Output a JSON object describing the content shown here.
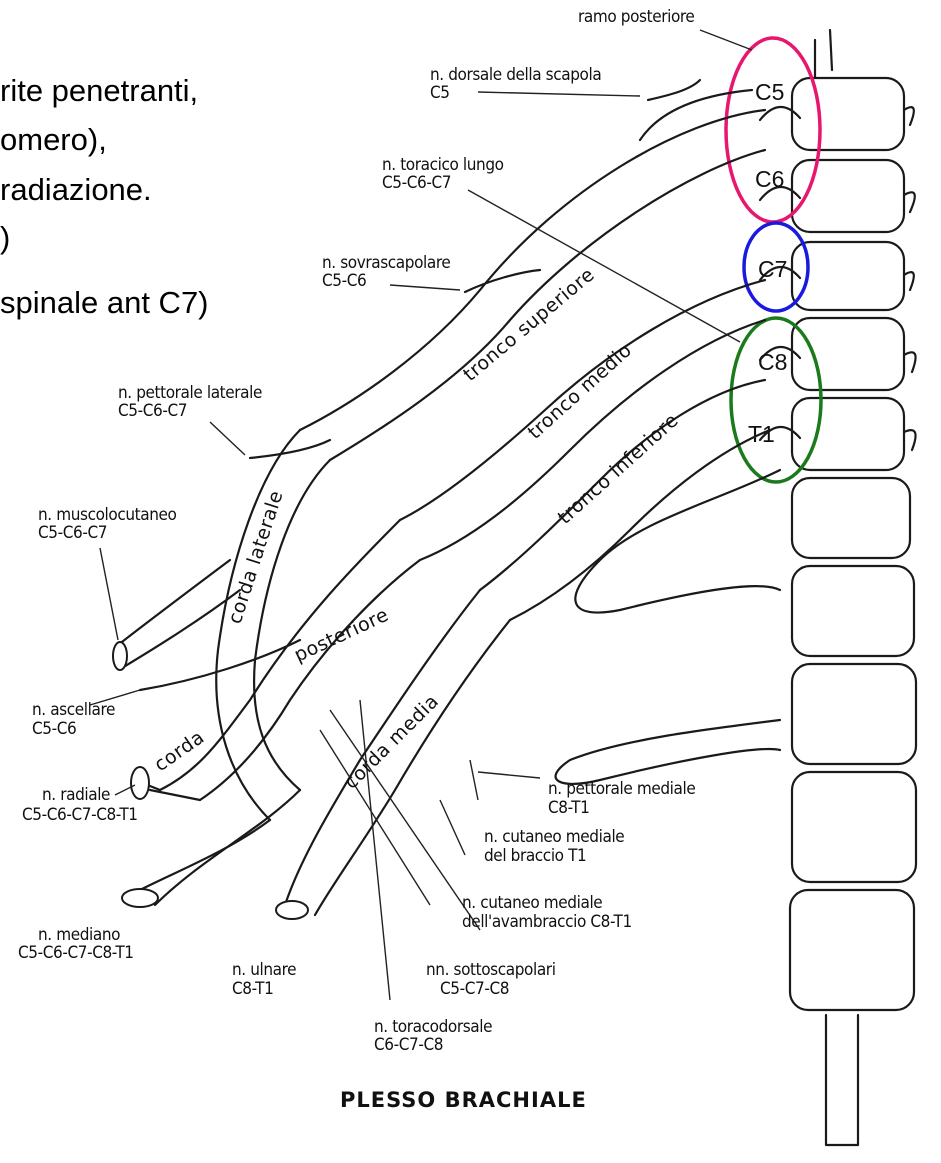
{
  "overlay_text": [
    "rite penetranti,",
    "omero),",
    "radiazione.",
    ")",
    " spinale ant C7)"
  ],
  "labels": {
    "ramo_posteriore": "ramo posteriore",
    "dorsale_scapola": "n. dorsale della scapola",
    "dorsale_scapola_root": "C5",
    "toracico_lungo": "n. toracico lungo",
    "toracico_lungo_root": "C5-C6-C7",
    "sovrascapolare": "n. sovrascapolare",
    "sovrascapolare_root": "C5-C6",
    "pettorale_laterale": "n. pettorale laterale",
    "pettorale_laterale_root": "C5-C6-C7",
    "muscolocutaneo": "n. muscolocutaneo",
    "muscolocutaneo_root": "C5-C6-C7",
    "ascellare": "n. ascellare",
    "ascellare_root": "C5-C6",
    "radiale": "n. radiale",
    "radiale_root": "C5-C6-C7-C8-T1",
    "mediano": "n. mediano",
    "mediano_root": "C5-C6-C7-C8-T1",
    "ulnare": "n. ulnare",
    "ulnare_root": "C8-T1",
    "toracodorsale": "n. toracodorsale",
    "toracodorsale_root": "C6-C7-C8",
    "sottoscapolari": "nn. sottoscapolari",
    "sottoscapolari_root": "C5-C7-C8",
    "cutaneo_avambraccio": "n. cutaneo mediale",
    "cutaneo_avambraccio_2": "dell'avambraccio  C8-T1",
    "cutaneo_braccio": "n. cutaneo mediale",
    "cutaneo_braccio_2": "del braccio  T1",
    "pettorale_mediale": "n. pettorale mediale",
    "pettorale_mediale_root": "C8-T1"
  },
  "trunks": {
    "superiore": "tronco superiore",
    "medio": "tronco medio",
    "inferiore": "tronco inferiore",
    "corda_laterale": "corda laterale",
    "posteriore": "posteriore",
    "corda": "corda",
    "corda_media": "corda media"
  },
  "vertebrae": [
    "C5",
    "C6",
    "C7",
    "C8",
    "T1"
  ],
  "title": "PLESSO BRACHIALE",
  "colors": {
    "c5_c6_ring": "#e8176e",
    "c7_ring": "#1a1adf",
    "c8_t1_ring": "#1b7a1b"
  }
}
